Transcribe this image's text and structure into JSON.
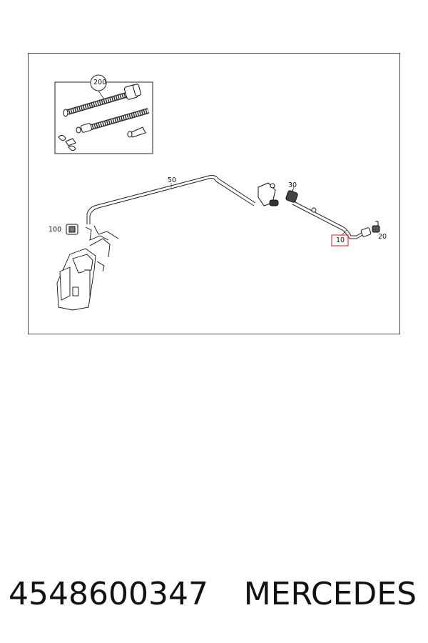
{
  "callouts": {
    "c200": "200",
    "c50": "50",
    "c30": "30",
    "c100": "100",
    "c10": "10",
    "c20": "20"
  },
  "highlight_color": "#e04040",
  "line_color": "#222222",
  "caption": {
    "part_number": "4548600347",
    "brand": "MERCEDES"
  }
}
